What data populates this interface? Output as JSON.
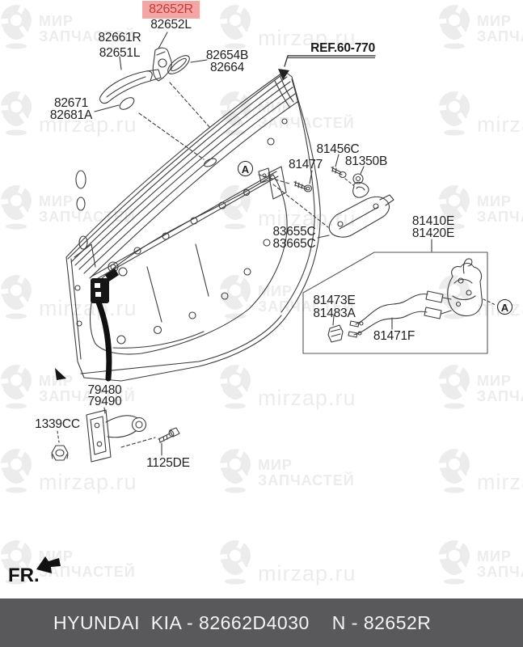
{
  "watermark": {
    "brand_line1": "МИР",
    "brand_line2": "ЗАПЧАСТЕЙ",
    "url": "mirzap.ru",
    "color": "#ececec"
  },
  "highlight": {
    "part": "82652R",
    "bg": "#f2a6a6",
    "fg": "#c63a35"
  },
  "labels": {
    "part_82652l": "82652L",
    "part_82661r": "82661R",
    "part_82651l": "82651L",
    "part_82654b": "82654B",
    "part_82664": "82664",
    "part_82671": "82671",
    "part_82681a": "82681A",
    "ref_60_770": "REF.60-770",
    "part_81477": "81477",
    "part_81456c": "81456C",
    "part_81350b": "81350B",
    "part_83655c": "83655C",
    "part_83665c": "83665C",
    "part_81410e": "81410E",
    "part_81420e": "81420E",
    "part_81473e": "81473E",
    "part_81483a": "81483A",
    "part_81471f": "81471F",
    "part_79480": "79480",
    "part_79490": "79490",
    "part_1339cc": "1339CC",
    "part_1125de": "1125DE",
    "callout_a": "A",
    "fr": "FR."
  },
  "footer": {
    "left": "HYUNDAI  KIA - 82662D4030",
    "right": "N - 82652R",
    "bg": "#59595b"
  },
  "line_color": "#3c3c3c"
}
